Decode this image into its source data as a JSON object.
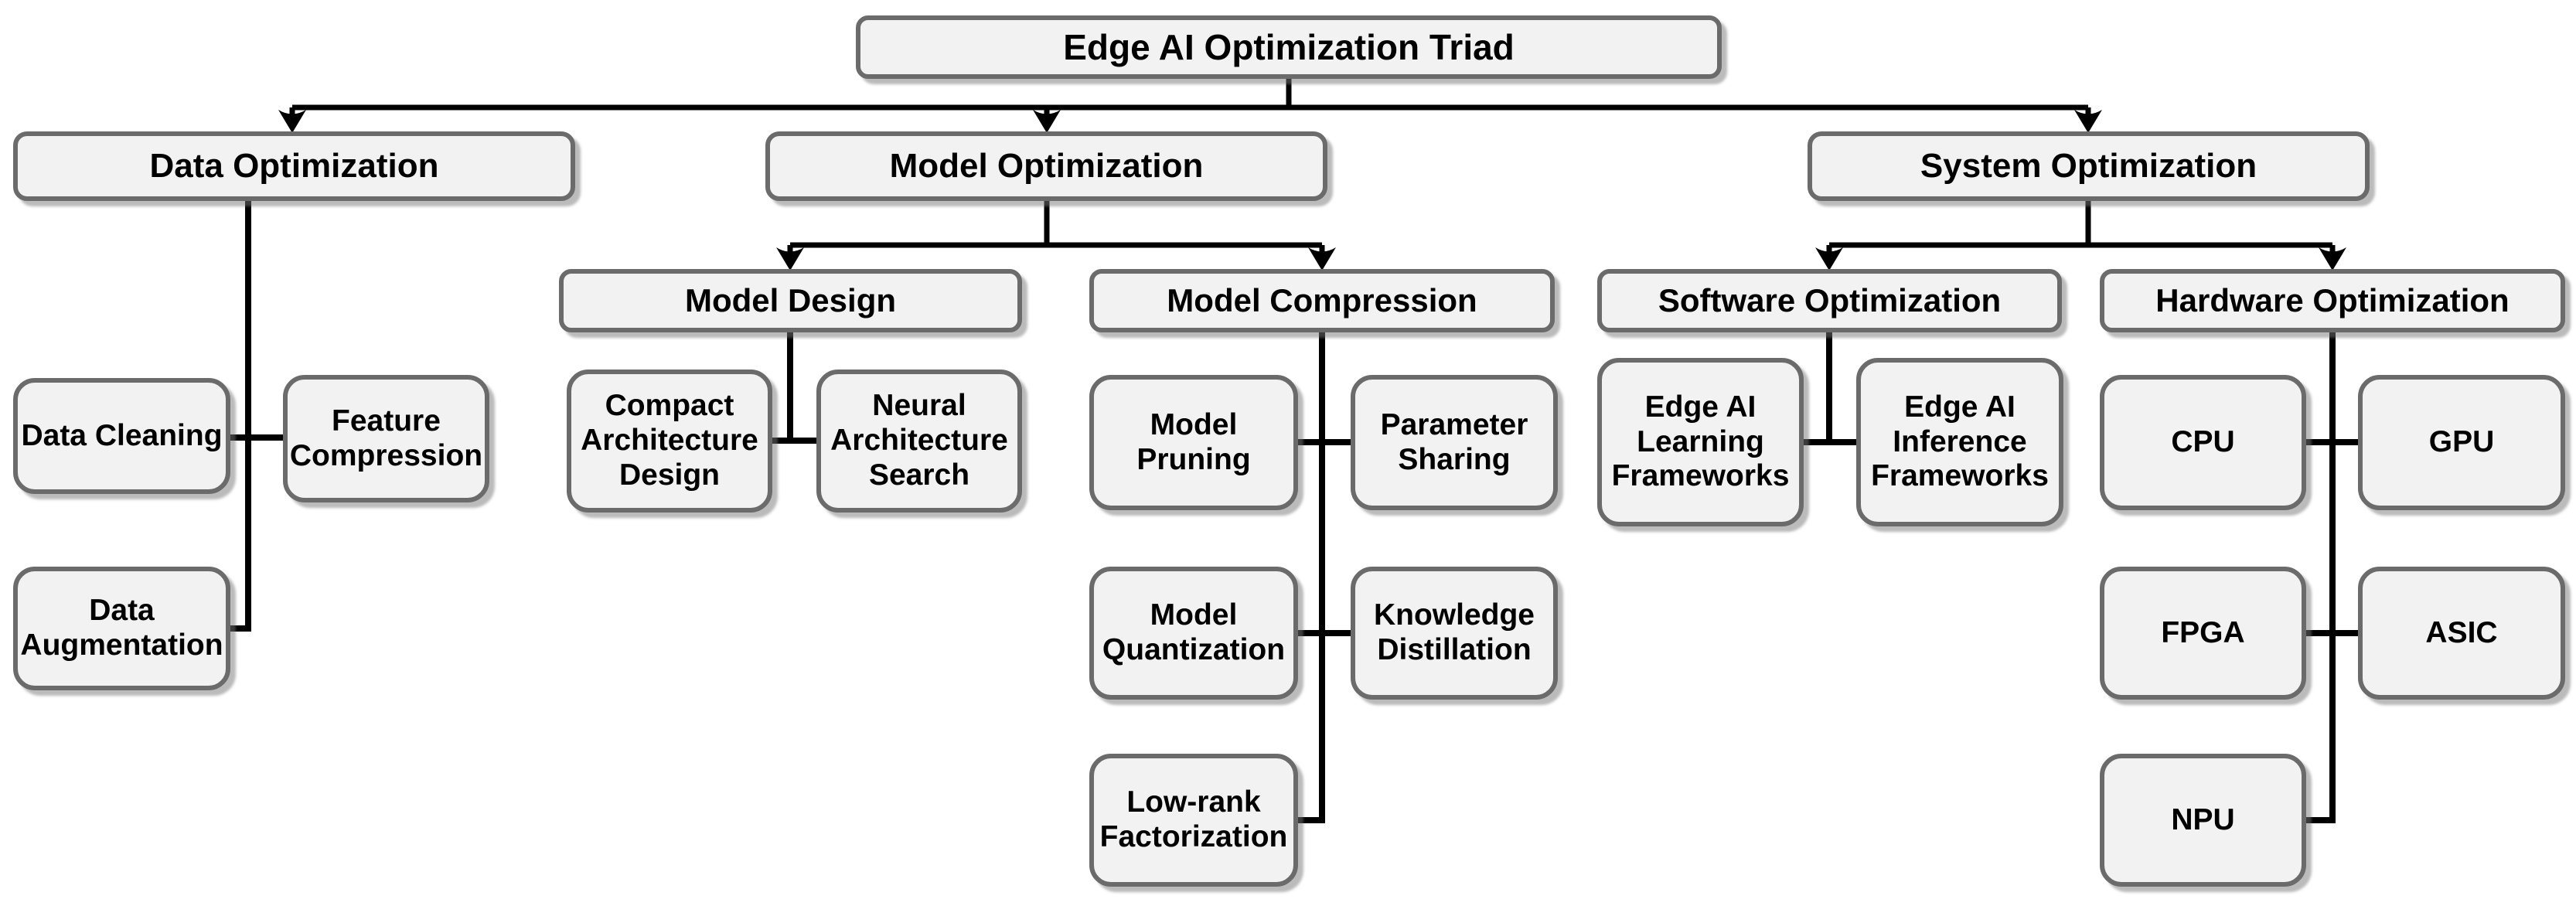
{
  "diagram": {
    "title": "Edge AI Optimization Triad",
    "type": "hierarchy-flowchart"
  },
  "colors": {
    "node_fill": "#f2f2f2",
    "node_border": "#6b6b6b",
    "connector_line": "#000000",
    "text": "#000000",
    "shadow": "#8c8c8c",
    "background": "#ffffff"
  },
  "nodes": {
    "root": {
      "label": "Edge AI Optimization Triad"
    },
    "data_opt": {
      "label": "Data Optimization"
    },
    "data_cleaning": {
      "label": "Data Cleaning"
    },
    "feature_compression": {
      "label": "Feature\nCompression"
    },
    "data_augmentation": {
      "label": "Data\nAugmentation"
    },
    "model_opt": {
      "label": "Model Optimization"
    },
    "model_design": {
      "label": "Model Design"
    },
    "compact_arch": {
      "label": "Compact\nArchitecture\nDesign"
    },
    "nas": {
      "label": "Neural\nArchitecture\nSearch"
    },
    "model_compression": {
      "label": "Model Compression"
    },
    "model_pruning": {
      "label": "Model\nPruning"
    },
    "parameter_sharing": {
      "label": "Parameter\nSharing"
    },
    "model_quantization": {
      "label": "Model\nQuantization"
    },
    "knowledge_distillation": {
      "label": "Knowledge\nDistillation"
    },
    "lowrank": {
      "label": "Low-rank\nFactorization"
    },
    "system_opt": {
      "label": "System Optimization"
    },
    "software_opt": {
      "label": "Software Optimization"
    },
    "edge_learning": {
      "label": "Edge AI\nLearning\nFrameworks"
    },
    "edge_inference": {
      "label": "Edge AI\nInference\nFrameworks"
    },
    "hardware_opt": {
      "label": "Hardware Optimization"
    },
    "cpu": {
      "label": "CPU"
    },
    "gpu": {
      "label": "GPU"
    },
    "fpga": {
      "label": "FPGA"
    },
    "asic": {
      "label": "ASIC"
    },
    "npu": {
      "label": "NPU"
    }
  }
}
